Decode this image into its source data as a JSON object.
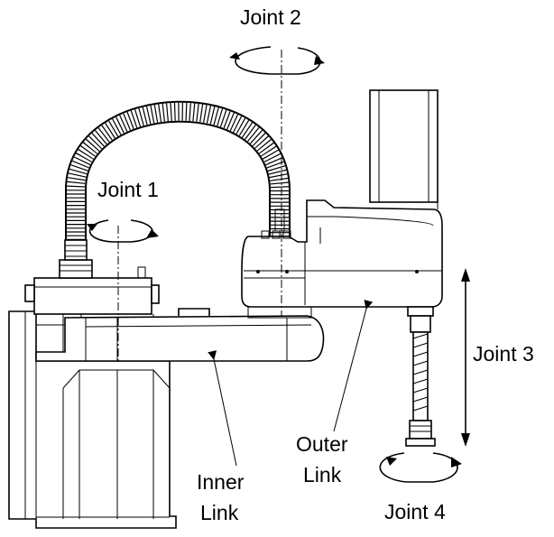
{
  "labels": {
    "joint1": "Joint 1",
    "joint2": "Joint 2",
    "joint3": "Joint 3",
    "joint4": "Joint 4",
    "outer_link_line1": "Outer",
    "outer_link_line2": "Link",
    "inner_link_line1": "Inner",
    "inner_link_line2": "Link"
  }
}
